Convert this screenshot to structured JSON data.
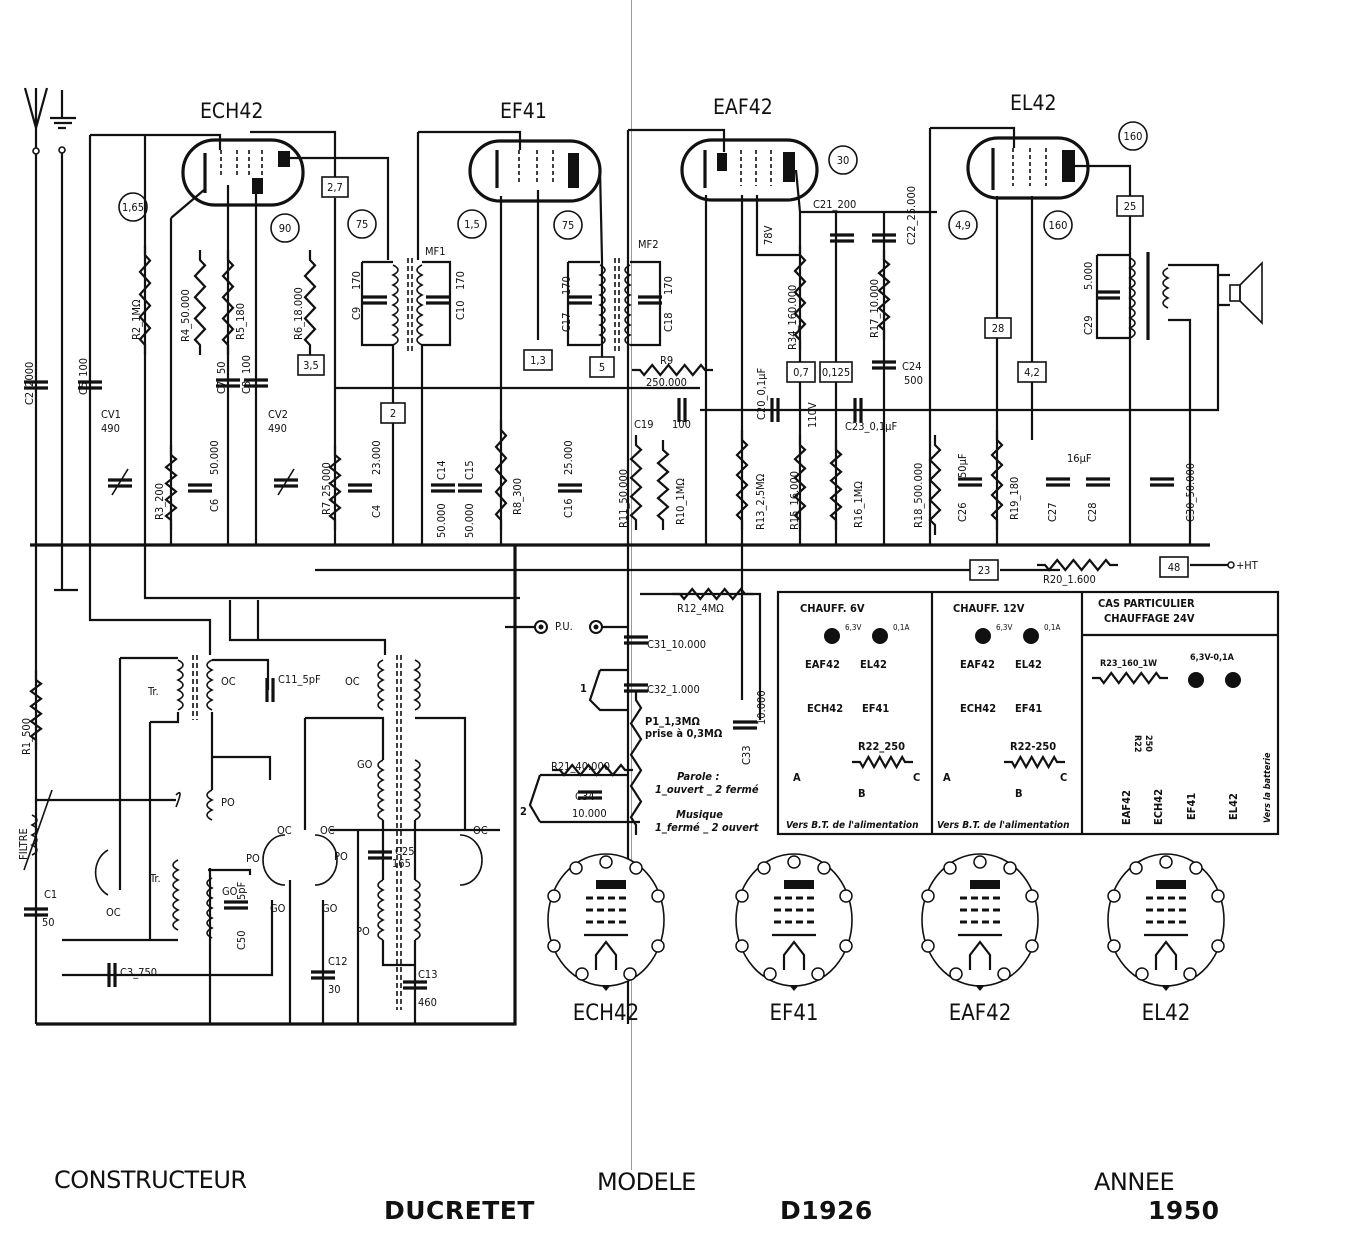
{
  "tubes": [
    {
      "name": "ECH42",
      "volts": [
        "1,65",
        "90",
        "75"
      ],
      "current": "2,7"
    },
    {
      "name": "EF41",
      "volts": [
        "1,5",
        "75"
      ],
      "current": "1,3"
    },
    {
      "name": "EAF42",
      "volts": [
        "30"
      ],
      "note": "78V"
    },
    {
      "name": "EL42",
      "volts": [
        "4,9",
        "160",
        "160"
      ],
      "current": [
        "28",
        "4,2",
        "25"
      ]
    }
  ],
  "voltages": [
    "1,65",
    "90",
    "75",
    "1,5",
    "75",
    "30",
    "4,9",
    "160",
    "160"
  ],
  "currents": [
    "2,7",
    "3,5",
    "2",
    "1,3",
    "5",
    "0,7",
    "0,125",
    "28",
    "4,2",
    "25",
    "23",
    "48"
  ],
  "transformers": [
    "MF1",
    "MF2"
  ],
  "components": {
    "C2": "C2_2000",
    "C5": "C5_100",
    "CV1": "CV1",
    "CV1_val": "490",
    "CV2": "CV2",
    "CV2_val": "490",
    "R2": "R2_1MΩ",
    "R4": "R4_50.000",
    "R5": "R5_180",
    "R6": "R6_18.000",
    "R3": "R3_200",
    "C6": "C6",
    "C6_val": "50.000",
    "C7": "C7",
    "C7_val": "50",
    "C8": "C8",
    "C8_val": "100",
    "R7": "R7_25.000",
    "C4": "C4",
    "C4_val": "23.000",
    "C9": "C9",
    "C9_val": "170",
    "C10": "C10",
    "C10_val": "170",
    "C14": "C14",
    "C14_val": "50.000",
    "C15": "C15",
    "C15_val": "50.000",
    "R8": "R8_300",
    "C16": "C16",
    "C16_val": "25.000",
    "C17": "C17",
    "C17_val": "170",
    "C18": "C18",
    "C18_val": "170",
    "R9": "R9",
    "R9_val": "250.000",
    "C19": "C19",
    "C19_val": "100",
    "R11": "R11_50.000",
    "R10": "R10_1MΩ",
    "C20": "C20_0,1µF",
    "R13": "R13_2,5MΩ",
    "R34": "R34_160.000",
    "R15": "R15_16.000",
    "C21": "C21_200",
    "R16": "R16_1MΩ",
    "C23": "C23_0,1µF",
    "R17": "R17_10.000",
    "C24": "C24",
    "C24_val": "500",
    "C22": "C22_25.000",
    "R18": "R18_500.000",
    "C26": "C26",
    "C26_val": "50µF",
    "R19": "R19_180",
    "C27": "C27",
    "C28": "C28",
    "C27_28_val": "16µF",
    "C29": "C29",
    "C29_val": "5.000",
    "C30": "C30_50.000",
    "R20": "R20_1.600",
    "HT": "+HT",
    "V110": "110V",
    "R12": "R12_4MΩ",
    "PU": "P.U.",
    "C31": "C31_10.000",
    "C32": "C32_1.000",
    "P1": "P1_1,3MΩ",
    "P1_tap": "prise à 0,3MΩ",
    "C33": "C33",
    "C33_val": "10.000",
    "R21": "R21_40.000",
    "C34": "C34",
    "C34_val": "10.000",
    "sw1": "1",
    "sw2": "2",
    "R1": "R1_500",
    "filter": "FILTRE",
    "C1": "C1",
    "C1_val": "50",
    "C3": "C3_750",
    "C11": "C11_5pF",
    "C50": "C50",
    "C50_val": "5pF",
    "C25": "C25",
    "C25_val": "165",
    "C12": "C12",
    "C12_val": "30",
    "C13": "C13",
    "C13_val": "460",
    "Tr": "Tr.",
    "OC": "OC",
    "PO": "PO",
    "GO": "GO"
  },
  "switch_notes": {
    "parole_title": "Parole :",
    "parole_text": "1_ouvert _ 2 fermé",
    "musique_title": "Musique",
    "musique_text": "1_fermé _ 2 ouvert"
  },
  "heater_panels": [
    {
      "title": "CHAUFF. 6V",
      "lamp": "6,3V",
      "lamp_current": "0,1A",
      "tubes": [
        "EAF42",
        "EL42",
        "ECH42",
        "EF41"
      ],
      "resistor": "R22_250",
      "nodes": [
        "A",
        "B",
        "C"
      ],
      "note": "Vers B.T. de l'alimentation"
    },
    {
      "title": "CHAUFF. 12V",
      "lamp": "6,3V",
      "lamp_current": "0,1A",
      "tubes": [
        "EAF42",
        "EL42",
        "ECH42",
        "EF41"
      ],
      "resistor": "R22-250",
      "nodes": [
        "A",
        "B",
        "C"
      ],
      "note": "Vers B.T. de l'alimentation"
    },
    {
      "title_line1": "CAS PARTICULIER",
      "title_line2": "CHAUFFAGE 24V",
      "resistor_top": "R23_160_1W",
      "lamp": "6,3V-0,1A",
      "resistor_side": "R22",
      "resistor_side_val": "250",
      "tubes": [
        "EAF42",
        "ECH42",
        "EF41",
        "EL42"
      ],
      "note": "Vers la batterie"
    }
  ],
  "socket_diagrams": [
    "ECH42",
    "EF41",
    "EAF42",
    "EL42"
  ],
  "footer": {
    "constructeur_label": "CONSTRUCTEUR",
    "constructeur_value": "DUCRETET",
    "modele_label": "MODELE",
    "modele_value": "D1926",
    "annee_label": "ANNEE",
    "annee_value": "1950"
  }
}
